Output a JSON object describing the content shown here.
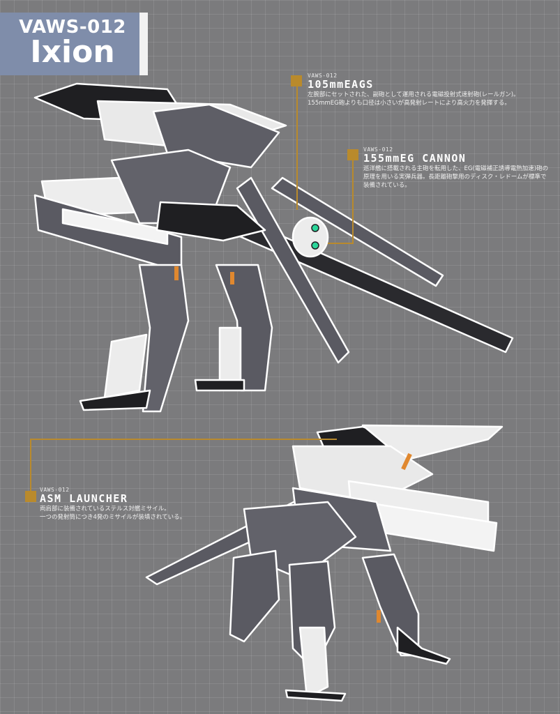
{
  "header": {
    "code": "VAWS-012",
    "name": "Ixion"
  },
  "callouts": [
    {
      "sub": "VAWS-012",
      "title": "105mmEAGS",
      "desc_line1": "左腕部にセットされた、副砲として運用される電磁投射式速射砲(レールガン)。",
      "desc_line2": "155mmEG砲よりも口径は小さいが高発射レートにより高火力を発揮する。"
    },
    {
      "sub": "VAWS-012",
      "title": "155mmEG CANNON",
      "desc_line1": "巡洋艦に搭載される主砲を転用した、EG(電磁補正誘導電熱加速)砲の",
      "desc_line2": "原理を用いる実弾兵器。長距離砲撃用のディスク・レドームが標準で",
      "desc_line3": "装備されている。"
    },
    {
      "sub": "VAWS-012",
      "title": "ASM LAUNCHER",
      "desc_line1": "両肩部に装備されているステルス対艦ミサイル。",
      "desc_line2": "一つの発射筒につき4発のミサイルが装填されている。"
    }
  ],
  "colors": {
    "background": "#7b7b7d",
    "title_block": "#7f8daa",
    "accent": "#b98a2c",
    "armor_dark": "#56565e",
    "armor_light": "#ececec",
    "armor_black": "#1f1f22"
  }
}
